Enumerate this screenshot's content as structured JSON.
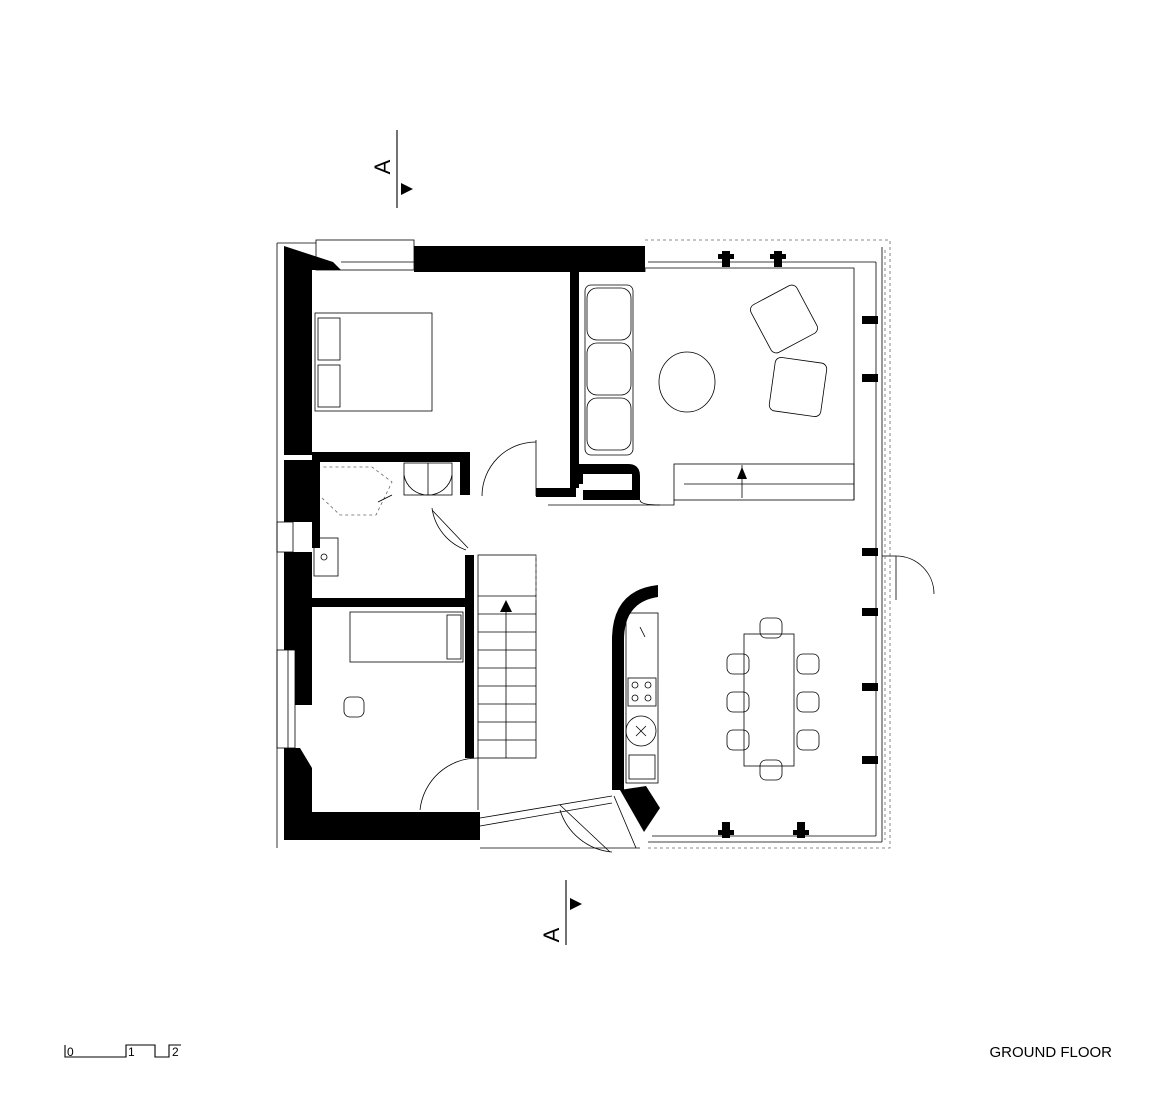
{
  "section_marker_top": {
    "letter": "A"
  },
  "section_marker_bottom": {
    "letter": "A"
  },
  "scale_bar": {
    "ticks": [
      "0",
      "1",
      "2"
    ]
  },
  "title": "GROUND FLOOR"
}
